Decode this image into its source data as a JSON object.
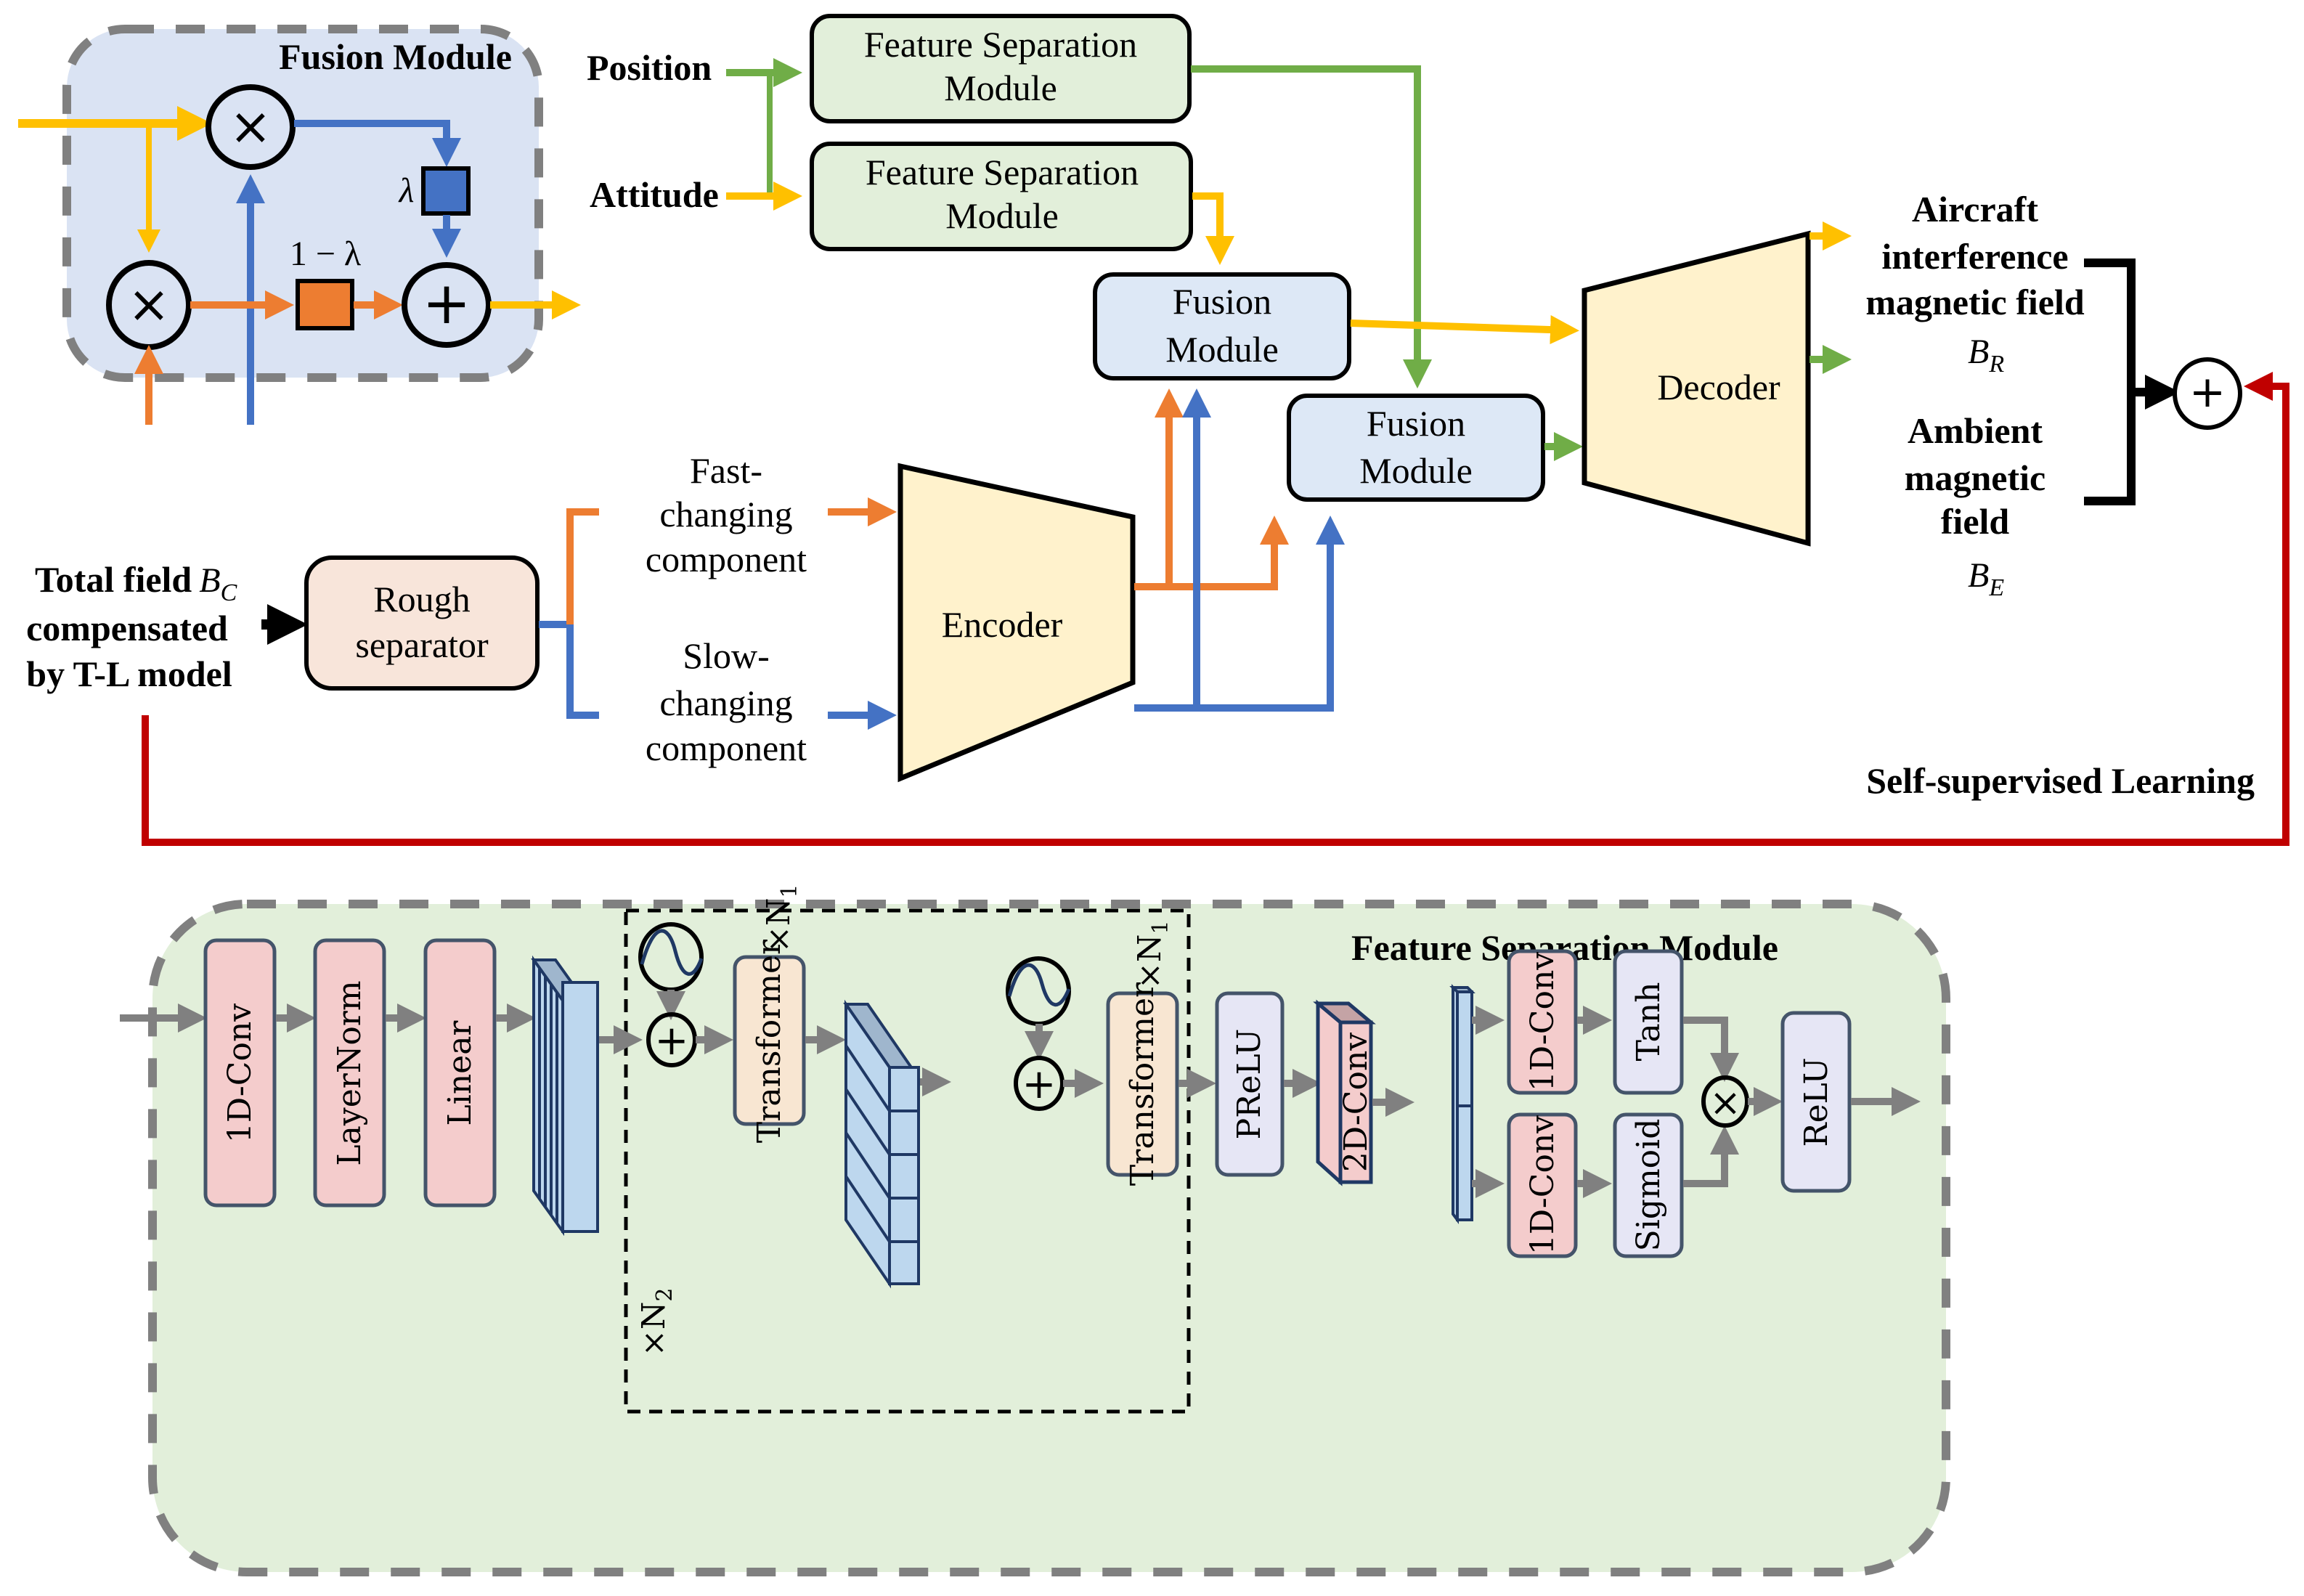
{
  "colors": {
    "yellow": "#FFC000",
    "green": "#70AD47",
    "orange": "#ED7D31",
    "blue": "#4472C4",
    "red": "#C00000",
    "gray": "#808080",
    "fusion_bg": "#DAE3F3",
    "fsm_bg": "#E2EFDA",
    "codec_bg": "#FFF2CC",
    "rough_bg": "#F8E5DA",
    "pink_block": "#F4CCCC",
    "lavender_block": "#E6E6F5",
    "peach_block": "#F8E6D2",
    "tensor_blue": "#BDD7EE"
  },
  "fusion_inset": {
    "title": "Fusion Module",
    "lambda": "λ",
    "one_minus_lambda": "1 − λ",
    "times": "×",
    "plus": "+"
  },
  "top": {
    "inputs": {
      "position": "Position",
      "attitude": "Attitude"
    },
    "fsm1": [
      "Feature Separation",
      "Module"
    ],
    "fsm2": [
      "Feature Separation",
      "Module"
    ],
    "fusion1": [
      "Fusion",
      "Module"
    ],
    "fusion2": [
      "Fusion",
      "Module"
    ],
    "total_field": {
      "line1": "Total field",
      "symbol": "B",
      "subscript": "C",
      "line2": "compensated",
      "line3": "by T-L model"
    },
    "rough_separator": [
      "Rough",
      "separator"
    ],
    "fast": [
      "Fast-",
      "changing",
      "component"
    ],
    "slow": [
      "Slow-",
      "changing",
      "component"
    ],
    "encoder": "Encoder",
    "decoder": "Decoder",
    "out_aircraft": {
      "lines": [
        "Aircraft",
        "interference",
        "magnetic field"
      ],
      "symbol": "B",
      "subscript": "R"
    },
    "out_ambient": {
      "lines": [
        "Ambient",
        "magnetic",
        "field"
      ],
      "symbol": "B",
      "subscript": "E"
    },
    "sum": "+",
    "self_supervised": "Self-supervised Learning"
  },
  "fsm_detail": {
    "title": "Feature Separation Module",
    "blocks": {
      "conv1d_a": "1D-Conv",
      "layernorm": "LayerNorm",
      "linear": "Linear",
      "transformer1": "Transformer",
      "transformer2": "Transformer",
      "prelu": "PReLU",
      "conv2d": "2D-Conv",
      "conv1d_top": "1D-Conv",
      "tanh": "Tanh",
      "conv1d_bottom": "1D-Conv",
      "sigmoid": "Sigmoid",
      "relu": "ReLU"
    },
    "repeat_n1_a": "×N",
    "repeat_n1_a_sub": "1",
    "repeat_n1_b": "×N",
    "repeat_n1_b_sub": "1",
    "repeat_n2": "×N",
    "repeat_n2_sub": "2",
    "plus": "+",
    "times": "×"
  }
}
